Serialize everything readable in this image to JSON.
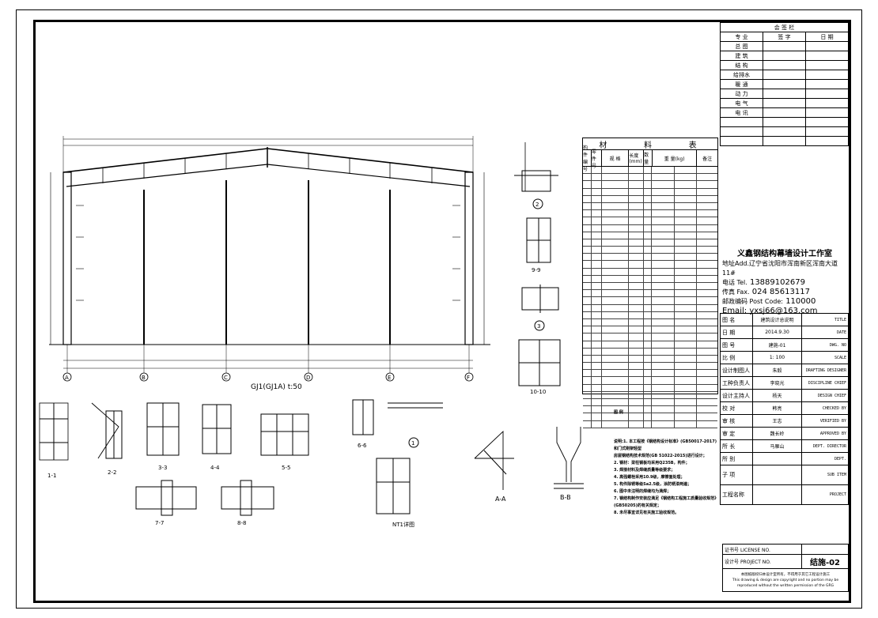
{
  "countersign": {
    "title": "会 签 栏",
    "headers": [
      "专 业",
      "签 字",
      "日 期"
    ],
    "rows": [
      "总 图",
      "建 筑",
      "结 构",
      "给排水",
      "暖 通",
      "动 力",
      "电 气",
      "电 讯"
    ]
  },
  "company": {
    "name": "义鑫钢结构幕墙设计工作室",
    "addr_prefix": "地址Add.",
    "addr": "辽宁省沈阳市浑南新区浑南大道11#",
    "tel_label": "电话 Tel.",
    "tel": "13889102679",
    "fax_label": "传真 Fax.",
    "fax": "024 85613117",
    "post_label": "邮政编码 Post Code:",
    "post": "110000",
    "email_label": "Email:",
    "email": "yxsj66@163.com"
  },
  "title_block": [
    {
      "label": "图 名",
      "value": "建筑设计总说明",
      "en": "TITLE"
    },
    {
      "label": "日 期",
      "value": "2014.9.30",
      "en": "DATE"
    },
    {
      "label": "图 号",
      "value": "建施-01",
      "en": "DWG. NO"
    },
    {
      "label": "比 例",
      "value": "1: 100",
      "en": "SCALE"
    },
    {
      "label": "设计制图人",
      "value": "朱毅",
      "en": "DRAFTING DESIGNER"
    },
    {
      "label": "工种负责人",
      "value": "李晓光",
      "en": "DISCIPLINE CHIEF"
    },
    {
      "label": "设计主持人",
      "value": "杨天",
      "en": "DESIGN CHIEF"
    },
    {
      "label": "校 对",
      "value": "韩亮",
      "en": "CHECKED BY"
    },
    {
      "label": "审 核",
      "value": "王志",
      "en": "VERIFIED BY"
    },
    {
      "label": "审 定",
      "value": "魏长岭",
      "en": "APPROVED BY"
    },
    {
      "label": "所 长",
      "value": "马雁山",
      "en": "DEPT. DIRECTOR"
    },
    {
      "label": "所 别",
      "value": "",
      "en": "DEPT."
    },
    {
      "label": "子 项",
      "value": "",
      "en": "SUB ITEM"
    },
    {
      "label": "工程名称",
      "value": "",
      "en": "PROJECT"
    }
  ],
  "certificates": {
    "license_cn": "证书号",
    "license_en": "LICENSE NO.",
    "project_cn": "设计号",
    "project_en": "PROJECT NO.",
    "sheet_no": "结施-02",
    "copyright_cn": "本图纸版权归本设计室所有，不得用于其它工程设计施工",
    "copyright_en": "This drawing & design are copyright and no portion may be reproduced without the written permission of the GRG"
  },
  "material_table": {
    "title_chars": [
      "材",
      "料",
      "表"
    ],
    "headers": [
      "构件编号",
      "零件号",
      "规 格",
      "长度(mm)",
      "数量",
      "重 量(kg)",
      "备注"
    ],
    "row_count": 36
  },
  "drawing_labels": {
    "main_frame": "GJ1(GJ1A) t:50",
    "axes": [
      "A",
      "B",
      "C",
      "D",
      "E",
      "F"
    ],
    "sections": [
      "1-1",
      "2-2",
      "3-3",
      "4-4",
      "5-5",
      "6-6",
      "7-7",
      "8-8",
      "9-9",
      "10-10",
      "A-A",
      "B-B"
    ],
    "circles": [
      "1",
      "2",
      "3"
    ],
    "node_detail": "NT1详图",
    "ab_caption": "B-B"
  },
  "notes": {
    "legend_title": "图 例",
    "lines": [
      "说明:1. 本工程按《钢结构设计标准》(GB50017-2017)和门式刚架轻型",
      "   房屋钢结构技术规范(GB 51022-2015)进行设计；",
      "2. 钢材：梁柱钢板均采用Q235B，构件；",
      "3. 焊接材料及焊缝质量等级要求；",
      "4. 高强螺栓采用10.9级，摩擦面处理；",
      "5. 构件除锈等级Sa2.5级，涂防锈漆两遍；",
      "6. 图中未注明的焊缝均为满焊；",
      "7. 钢结构制作安装应满足《钢结构工程施工质量验收规范》",
      "   (GB50205)的有关规定；",
      "8. 未尽事宜详见有关施工验收规范。"
    ]
  }
}
